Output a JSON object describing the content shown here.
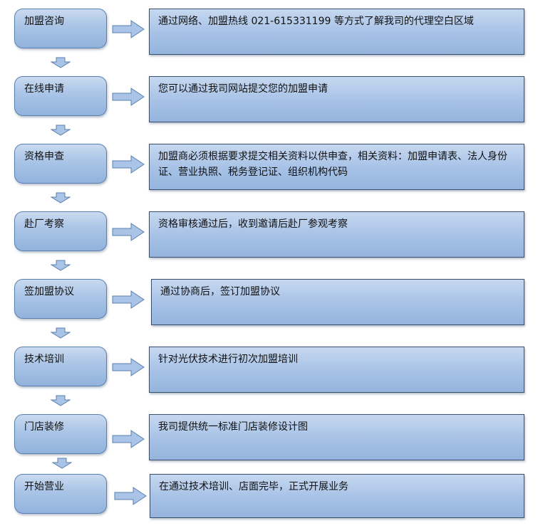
{
  "steps": [
    {
      "title": "加盟咨询",
      "desc": "通过网络、加盟热线 021-615331199 等方式了解我司的代理空白区域"
    },
    {
      "title": "在线申请",
      "desc": "您可以通过我司网站提交您的加盟申请"
    },
    {
      "title": "资格申查",
      "desc": "加盟商必须根据要求提交相关资料以供申查，相关资料：加盟申请表、法人身份证、营业执照、税务登记证、组织机构代码"
    },
    {
      "title": "赴厂考察",
      "desc": "资格审核通过后，收到邀请后赴厂参观考察"
    },
    {
      "title": "签加盟协议",
      "desc": "通过协商后，签订加盟协议"
    },
    {
      "title": "技术培训",
      "desc": "针对光伏技术进行初次加盟培训"
    },
    {
      "title": "门店装修",
      "desc": "我司提供统一标准门店装修设计图"
    },
    {
      "title": "开始营业",
      "desc": "在通过技术培训、店面完毕，正式开展业务"
    }
  ],
  "colors": {
    "arrow_fill": "#a9c4e6",
    "arrow_stroke": "#5b7fae"
  }
}
